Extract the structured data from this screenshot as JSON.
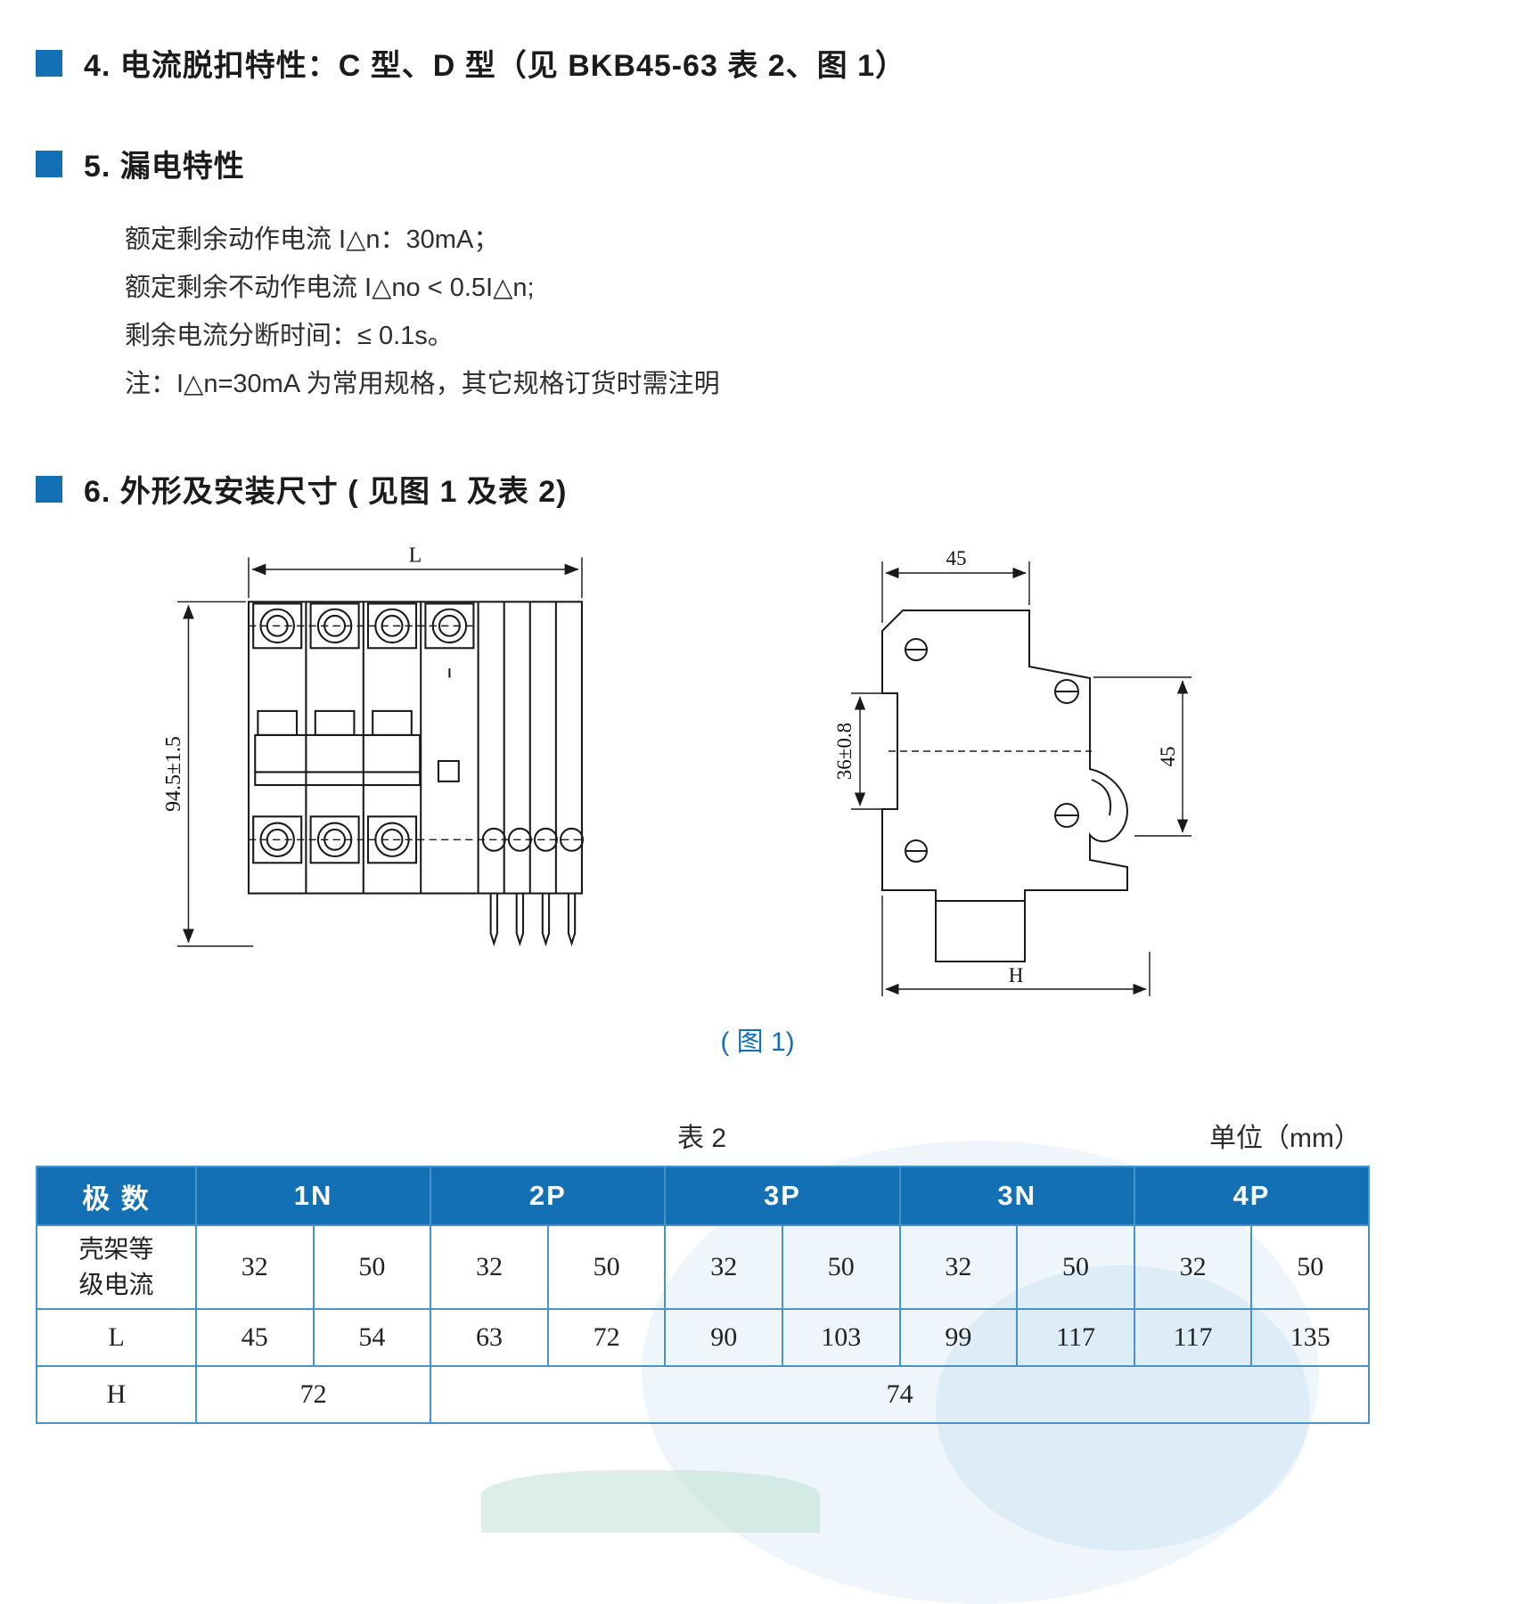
{
  "colors": {
    "accent": "#1470b5",
    "table_border": "#4a93c6",
    "header_text": "#ffffff"
  },
  "section4": {
    "title": "4. 电流脱扣特性：C 型、D 型（见 BKB45-63 表 2、图 1）"
  },
  "section5": {
    "title": "5. 漏电特性",
    "lines": [
      "额定剩余动作电流 I△n：30mA；",
      "额定剩余不动作电流 I△no < 0.5I△n;",
      "剩余电流分断时间：≤ 0.1s。",
      "注：I△n=30mA 为常用规格，其它规格订货时需注明"
    ]
  },
  "section6": {
    "title": "6. 外形及安装尺寸 ( 见图 1 及表 2)"
  },
  "figure": {
    "caption": "( 图 1)",
    "front": {
      "dim_width": "L",
      "dim_height": "94.5±1.5"
    },
    "side": {
      "dim_top": "45",
      "dim_left": "36±0.8",
      "dim_right": "45",
      "dim_bottom": "H"
    }
  },
  "table": {
    "title": "表 2",
    "unit": "单位（mm）",
    "header": {
      "col0": "极 数",
      "groups": [
        "1N",
        "2P",
        "3P",
        "3N",
        "4P"
      ]
    },
    "rows": {
      "frame": {
        "label": "壳架等\n级电流",
        "values": [
          "32",
          "50",
          "32",
          "50",
          "32",
          "50",
          "32",
          "50",
          "32",
          "50"
        ]
      },
      "L": {
        "label": "L",
        "values": [
          "45",
          "54",
          "63",
          "72",
          "90",
          "103",
          "99",
          "117",
          "117",
          "135"
        ]
      },
      "H": {
        "label": "H",
        "values": [
          "72",
          "74"
        ]
      }
    }
  }
}
